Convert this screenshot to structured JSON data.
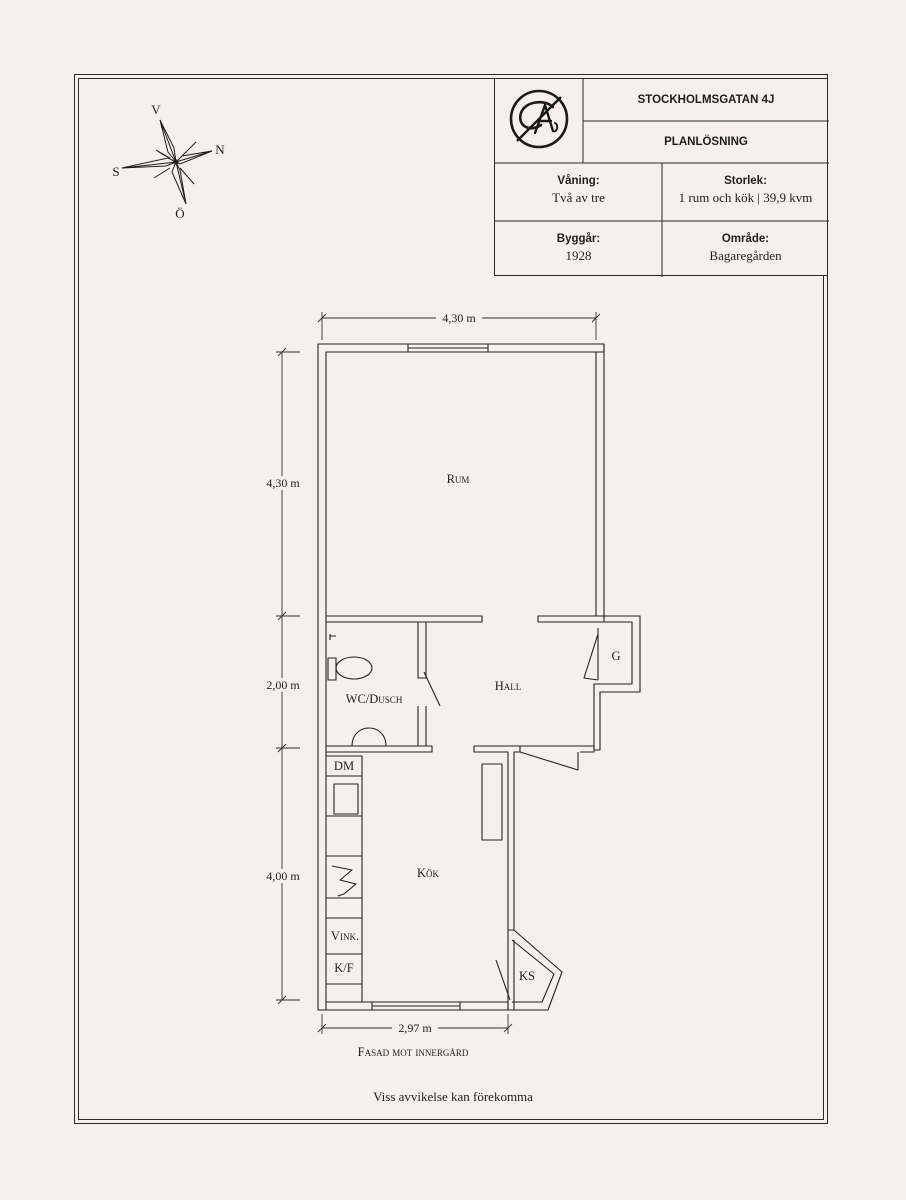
{
  "title_block": {
    "address": "STOCKHOLMSGATAN 4J",
    "subtitle": "PLANLÖSNING",
    "floor_label": "Våning:",
    "floor_value": "Två av tre",
    "size_label": "Storlek:",
    "size_value": "1 rum och kök | 39,9 kvm",
    "year_label": "Byggår:",
    "year_value": "1928",
    "area_label": "Område:",
    "area_value": "Bagaregården"
  },
  "compass": {
    "north": "N",
    "south": "S",
    "west": "V",
    "east": "Ö"
  },
  "dimensions": {
    "top_width": "4,30 m",
    "left_top": "4,30 m",
    "left_mid": "2,00 m",
    "left_bottom": "4,00 m",
    "bottom_width": "2,97 m"
  },
  "rooms": {
    "room": "Rum",
    "hall": "Hall",
    "bath": "WC/Dusch",
    "kitchen": "Kök",
    "closet": "G",
    "dishwasher": "DM",
    "wine": "Vink.",
    "fridge": "K/F",
    "pantry": "KS"
  },
  "facade_label": "Fasad mot innergård",
  "disclaimer": "Viss avvikelse kan förekomma"
}
